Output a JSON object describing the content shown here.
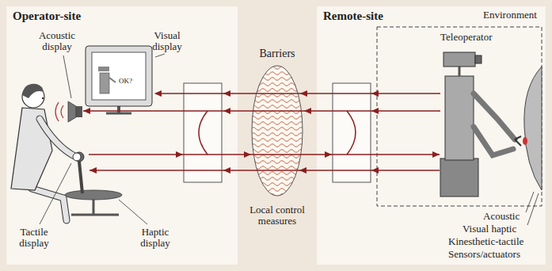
{
  "diagram": {
    "nodes": [
      {
        "text": [
          "Operator-site"
        ]
      },
      {
        "text": [
          "Remote-site"
        ]
      },
      {
        "text": [
          "Barriers"
        ]
      }
    ],
    "labels": [
      "Acoustic display",
      "Visual display",
      "OK?",
      "Tactile display",
      "Haptic display",
      "Local control measures",
      "Teleoperator",
      "Environment",
      "Acoustic",
      "Visual haptic",
      "Kinesthetic-tactile",
      "Sensors/actuators"
    ]
  }
}
